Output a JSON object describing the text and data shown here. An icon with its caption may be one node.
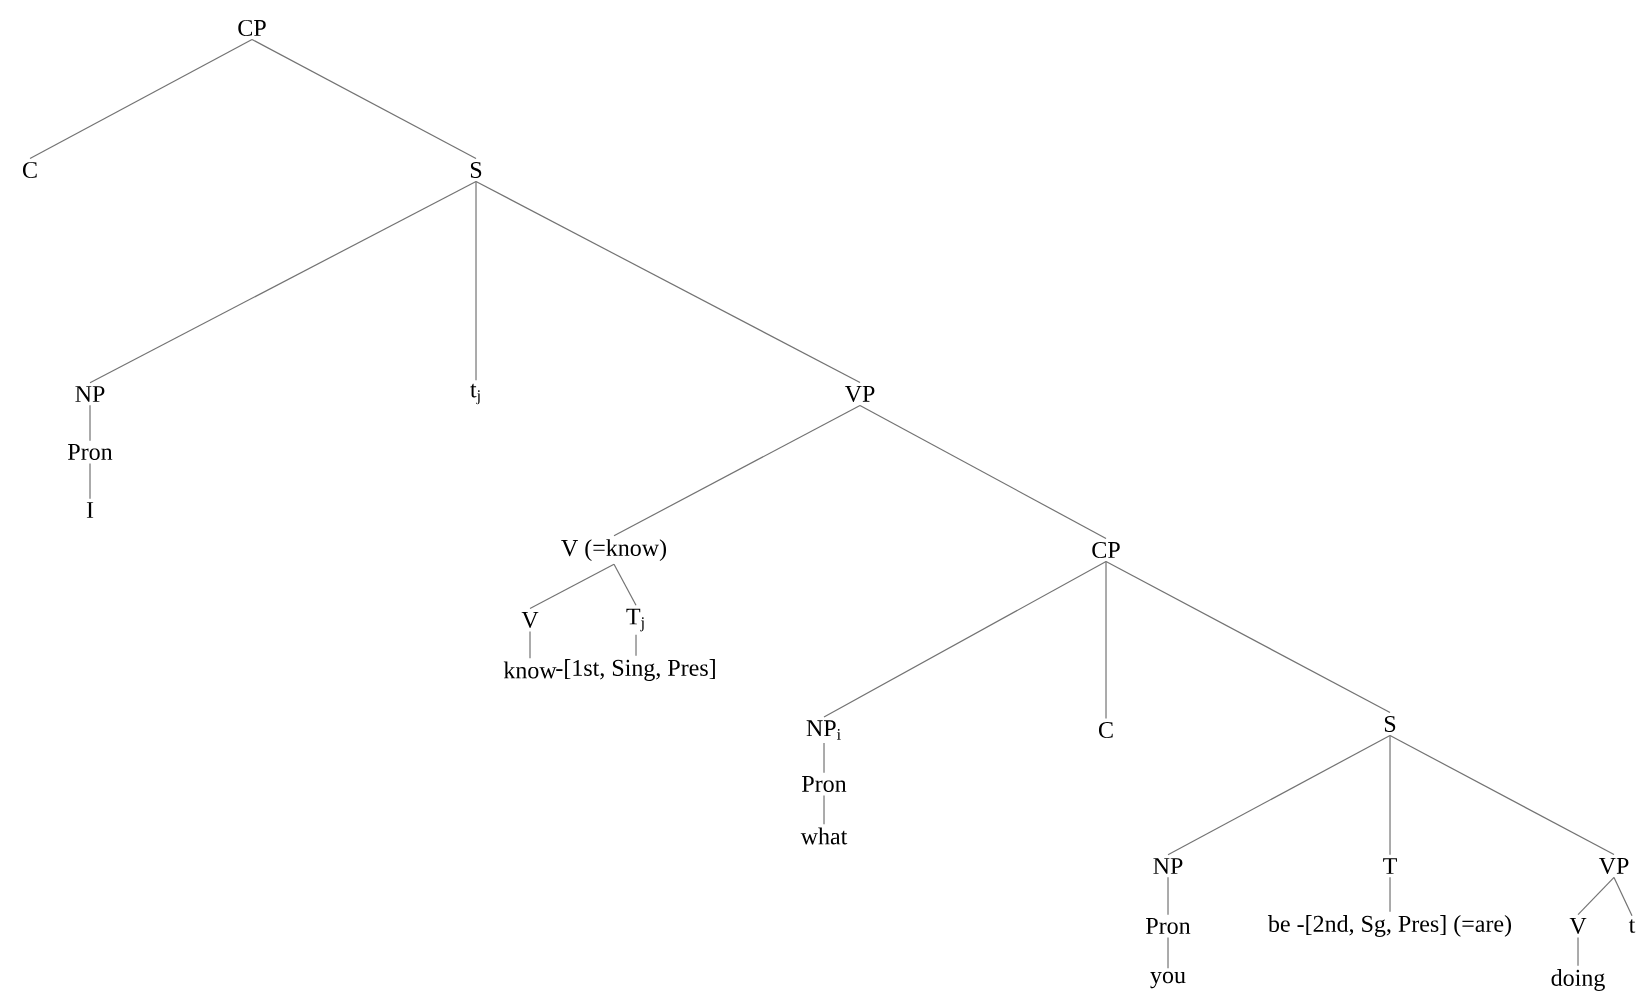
{
  "diagram": {
    "nodes": [
      {
        "text": [
          "CP"
        ]
      },
      {
        "text": [
          "C"
        ]
      },
      {
        "text": [
          "S"
        ]
      },
      {
        "text": [
          "NP"
        ]
      },
      {
        "text": [
          "Pron"
        ]
      },
      {
        "text": [
          "I"
        ]
      },
      {
        "text": [
          "t$_{j}$"
        ]
      },
      {
        "text": [
          "VP"
        ]
      },
      {
        "text": [
          "V (=know)"
        ]
      },
      {
        "text": [
          "V"
        ]
      },
      {
        "text": [
          "T$_{j}$"
        ]
      },
      {
        "text": [
          "know"
        ]
      },
      {
        "text": [
          "-[1st, Sing, Pres]"
        ]
      },
      {
        "text": [
          "CP"
        ]
      },
      {
        "text": [
          "NP$_{i}$"
        ]
      },
      {
        "text": [
          "Pron"
        ]
      },
      {
        "text": [
          "what"
        ]
      },
      {
        "text": [
          "C"
        ]
      },
      {
        "text": [
          "S"
        ]
      },
      {
        "text": [
          "NP"
        ]
      },
      {
        "text": [
          "Pron"
        ]
      },
      {
        "text": [
          "you"
        ]
      },
      {
        "text": [
          "T"
        ]
      },
      {
        "text": [
          "be -[2nd, Sg, Pres] (=are)"
        ]
      },
      {
        "text": [
          "VP"
        ]
      },
      {
        "text": [
          "V"
        ]
      },
      {
        "text": [
          "t"
        ]
      },
      {
        "text": [
          "doing"
        ]
      }
    ],
    "edges": [
      {
        "from": 0,
        "to": 1,
        "arrow": "none"
      },
      {
        "from": 0,
        "to": 2,
        "arrow": "none"
      },
      {
        "from": 2,
        "to": 3,
        "arrow": "none"
      },
      {
        "from": 2,
        "to": 6,
        "arrow": "none"
      },
      {
        "from": 2,
        "to": 7,
        "arrow": "none"
      },
      {
        "from": 3,
        "to": 4,
        "arrow": "none"
      },
      {
        "from": 4,
        "to": 5,
        "arrow": "none"
      },
      {
        "from": 7,
        "to": 8,
        "arrow": "none"
      },
      {
        "from": 7,
        "to": 13,
        "arrow": "none"
      },
      {
        "from": 8,
        "to": 9,
        "arrow": "none"
      },
      {
        "from": 8,
        "to": 10,
        "arrow": "none"
      },
      {
        "from": 9,
        "to": 11,
        "arrow": "none"
      },
      {
        "from": 10,
        "to": 12,
        "arrow": "none"
      },
      {
        "from": 13,
        "to": 14,
        "arrow": "none"
      },
      {
        "from": 13,
        "to": 17,
        "arrow": "none"
      },
      {
        "from": 13,
        "to": 18,
        "arrow": "none"
      },
      {
        "from": 14,
        "to": 15,
        "arrow": "none"
      },
      {
        "from": 15,
        "to": 16,
        "arrow": "none"
      },
      {
        "from": 18,
        "to": 19,
        "arrow": "none"
      },
      {
        "from": 18,
        "to": 22,
        "arrow": "none"
      },
      {
        "from": 18,
        "to": 24,
        "arrow": "none"
      },
      {
        "from": 19,
        "to": 20,
        "arrow": "none"
      },
      {
        "from": 20,
        "to": 21,
        "arrow": "none"
      },
      {
        "from": 22,
        "to": 23,
        "arrow": "none"
      },
      {
        "from": 24,
        "to": 25,
        "arrow": "none"
      },
      {
        "from": 24,
        "to": 26,
        "arrow": "none"
      },
      {
        "from": 25,
        "to": 27,
        "arrow": "none"
      }
    ]
  }
}
